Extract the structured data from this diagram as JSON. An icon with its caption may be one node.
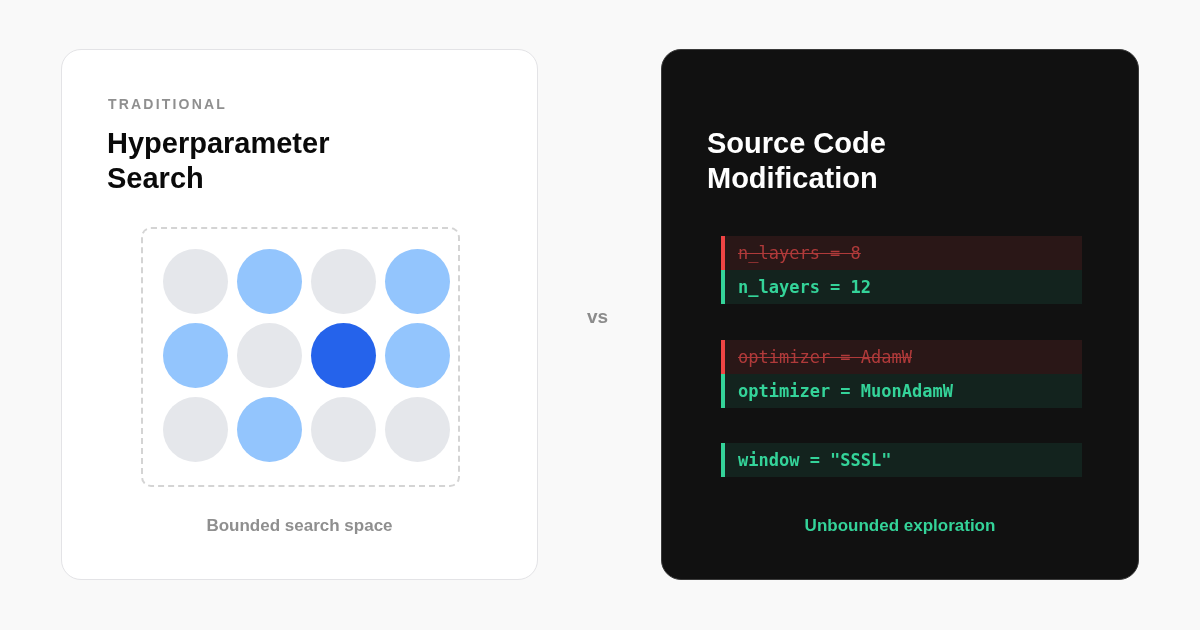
{
  "diagram": {
    "nodes": [
      {
        "text": [
          "TRADITIONAL",
          "Hyperparameter Search",
          "Bounded search space"
        ]
      },
      {
        "text": [],
        "shape": "box",
        "in": 0
      },
      {
        "text": [
          "Source Code Modification",
          "Unbounded exploration"
        ]
      },
      {
        "text": [
          "n_layers = 8"
        ],
        "in": 2
      },
      {
        "text": [
          "n_layers = 12"
        ],
        "in": 2
      },
      {
        "text": [
          "optimizer = AdamW"
        ],
        "in": 2
      },
      {
        "text": [
          "optimizer = MuonAdamW"
        ],
        "in": 2
      },
      {
        "text": [
          "window = \"SSSL\""
        ],
        "in": 2
      }
    ],
    "labels": [
      "vs"
    ]
  }
}
